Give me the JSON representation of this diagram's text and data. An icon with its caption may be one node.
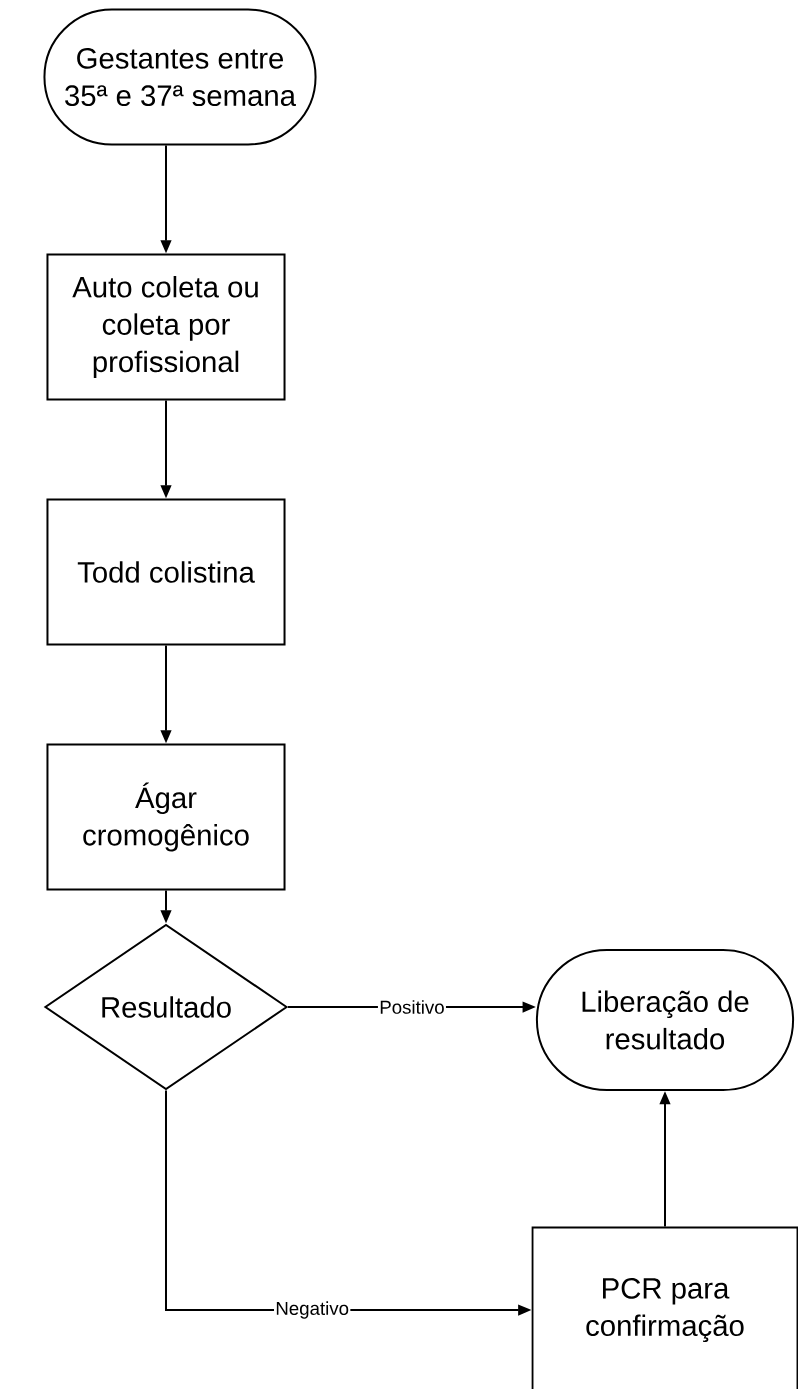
{
  "diagram": {
    "nodes": [
      {
        "text": [
          "Gestantes entre 35ª e 37ª semana"
        ]
      },
      {
        "text": [
          "Auto coleta ou coleta por profissional"
        ]
      },
      {
        "text": [
          "Todd colistina"
        ]
      },
      {
        "text": [
          "Ágar cromogênico"
        ]
      },
      {
        "text": [
          "Resultado"
        ]
      },
      {
        "text": [
          "Liberação de resultado"
        ]
      },
      {
        "text": [
          "PCR para confirmação"
        ]
      }
    ],
    "edges": [
      {
        "from": 0,
        "to": 1,
        "arrow": "to"
      },
      {
        "from": 1,
        "to": 2,
        "arrow": "to"
      },
      {
        "from": 2,
        "to": 3,
        "arrow": "to"
      },
      {
        "from": 3,
        "to": 4,
        "arrow": "to"
      },
      {
        "from": 4,
        "to": 5,
        "arrow": "to",
        "label": "Positivo"
      },
      {
        "from": 4,
        "to": 6,
        "arrow": "to",
        "label": "Negativo"
      },
      {
        "from": 6,
        "to": 5,
        "arrow": "to"
      }
    ]
  }
}
